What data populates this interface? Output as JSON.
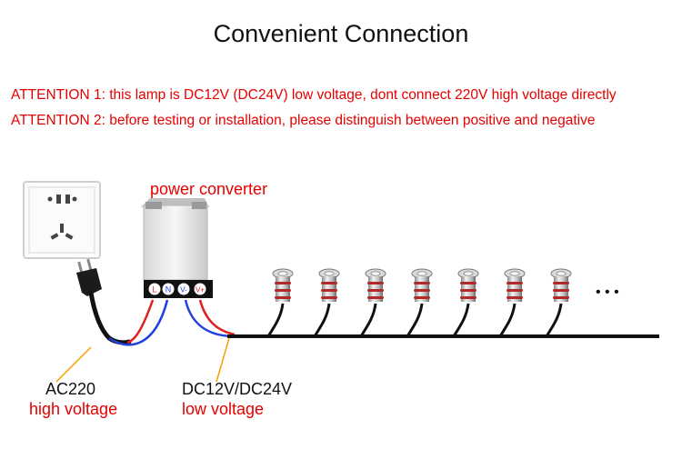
{
  "title": "Convenient Connection",
  "attention": [
    "ATTENTION 1: this lamp is DC12V (DC24V) low voltage, dont connect 220V high voltage directly",
    "ATTENTION 2: before testing or installation, please distinguish between positive and negative"
  ],
  "converter": {
    "label": "power converter",
    "terminals": [
      "L",
      "N",
      "V-",
      "V+"
    ]
  },
  "ac": {
    "line1": "AC220",
    "line2": "high voltage"
  },
  "dc": {
    "line1": "DC12V/DC24V",
    "line2": "low voltage"
  },
  "lamps": {
    "count": 7,
    "ellipsis": "• • •"
  },
  "colors": {
    "attention": "#e60000",
    "wire_red": "#e02020",
    "wire_blue": "#2040e0",
    "leader": "#f5a000",
    "cable": "#111111"
  }
}
